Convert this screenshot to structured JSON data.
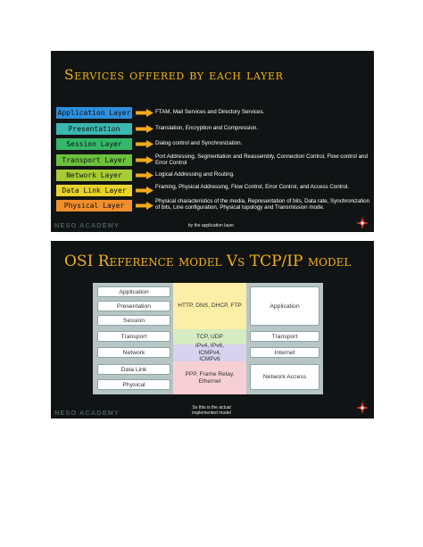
{
  "slide1": {
    "title": "Services offered by each layer",
    "layers": [
      {
        "label": "Application Layer",
        "color": "#2f8fdc",
        "desc": "FTAM, Mail Services and Directory Services."
      },
      {
        "label": "Presentation Layer",
        "color": "#3ab7b0",
        "desc": "Translation, Encryption and Compression."
      },
      {
        "label": "Session Layer",
        "color": "#36b86a",
        "desc": "Dialog control and Synchronization."
      },
      {
        "label": "Transport Layer",
        "color": "#6cc13c",
        "desc": "Port Addressing, Segmentation and Reassembly, Connection Control, Flow control and Error Control"
      },
      {
        "label": "Network Layer",
        "color": "#a8cc35",
        "desc": "Logical Addressing and Routing."
      },
      {
        "label": "Data Link Layer",
        "color": "#e8d32b",
        "desc": "Framing, Physical Addressing, Flow Control, Error Control, and Access Control."
      },
      {
        "label": "Physical Layer",
        "color": "#f08d2c",
        "desc": "Physical characteristics of the media, Representation of bits, Data rate, Synchronization of bits, Line configuration, Physical topology and Transmission mode."
      }
    ],
    "brand": "NESO ACADEMY",
    "note": "by the application layer."
  },
  "slide2": {
    "title": "OSI Reference model Vs TCP/IP model",
    "osi_layers": [
      "Application",
      "Presentation",
      "Session",
      "Transport",
      "Network",
      "Data Link",
      "Physical"
    ],
    "protocols": {
      "app": "HTTP, DNS, DHCP, FTP",
      "transport": "TCP, UDP",
      "network": "IPv4, IPv6, ICMPv4, ICMPv6",
      "link": "PPP, Frame Relay, Ethernet"
    },
    "tcpip_layers": {
      "application": "Application",
      "transport": "Transport",
      "internet": "Internet",
      "network_access": "Network Access"
    },
    "band_colors": {
      "app": "#fbeea6",
      "transport": "#d6ebc1",
      "network": "#d7d2ee",
      "link": "#f6cfd4"
    },
    "brand": "NESO ACADEMY",
    "note_line1": "So this is the actual",
    "note_line2": "implemented model"
  }
}
